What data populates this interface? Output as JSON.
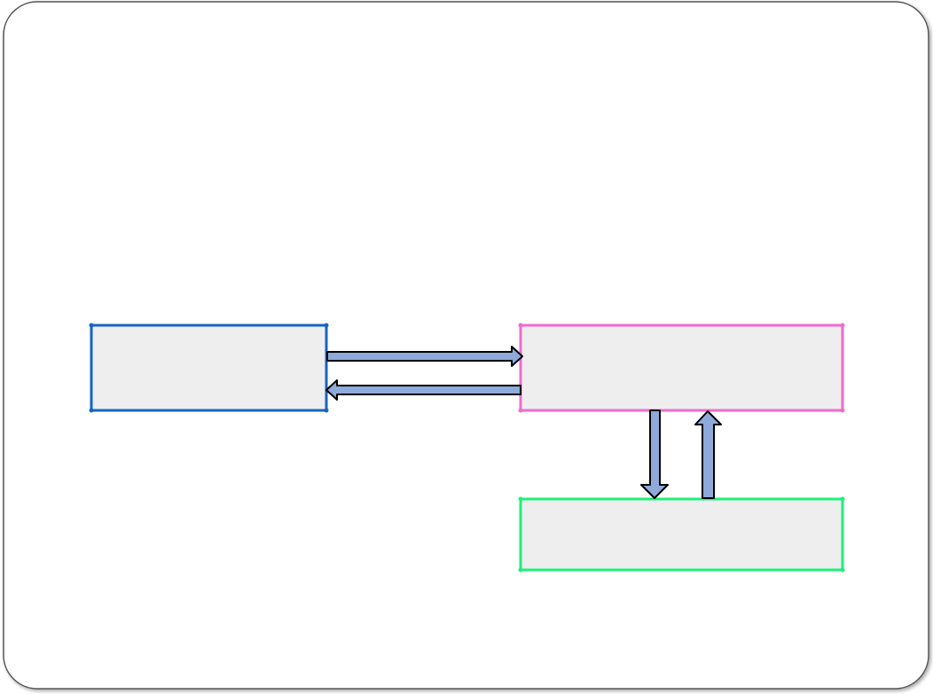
{
  "diagram": {
    "boxes": [
      {
        "id": "box-left",
        "border_color": "#1565C0",
        "fill": "#EEEEEE",
        "label": ""
      },
      {
        "id": "box-right-top",
        "border_color": "#F06ACF",
        "fill": "#EEEEEE",
        "label": ""
      },
      {
        "id": "box-right-bottom",
        "border_color": "#1FF07A",
        "fill": "#EEEEEE",
        "label": ""
      }
    ],
    "arrows": [
      {
        "id": "arrow-left-to-right",
        "direction": "right",
        "from": "box-left",
        "to": "box-right-top"
      },
      {
        "id": "arrow-right-to-left",
        "direction": "left",
        "from": "box-right-top",
        "to": "box-left"
      },
      {
        "id": "arrow-top-to-bottom",
        "direction": "down",
        "from": "box-right-top",
        "to": "box-right-bottom"
      },
      {
        "id": "arrow-bottom-to-top",
        "direction": "up",
        "from": "box-right-bottom",
        "to": "box-right-top"
      }
    ],
    "arrow_fill": "#8EAADB",
    "arrow_stroke": "#000000",
    "slide_frame_color": "#555555"
  }
}
